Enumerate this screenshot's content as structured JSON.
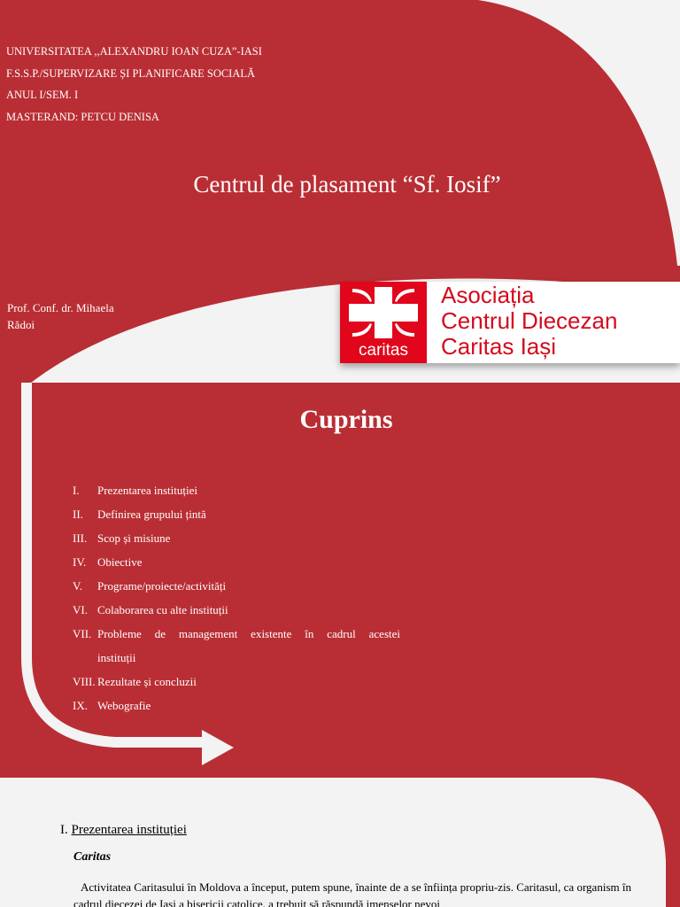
{
  "slide1": {
    "header_lines": [
      "UNIVERSITATEA ,,ALEXANDRU IOAN CUZA”-IASI",
      "F.S.S.P./SUPERVIZARE ȘI PLANIFICARE SOCIALĂ",
      "ANUL I/SEM. I",
      "MASTERAND: PETCU DENISA"
    ],
    "title": "Centrul de plasament “Sf. Iosif”",
    "professor_line1": "Prof. Conf. dr. Mihaela",
    "professor_line2": "Rădoi",
    "logo": {
      "icon": "caritas-cross-icon",
      "sub": "caritas",
      "lines": [
        "Asociația",
        "Centrul Diecezan",
        "Caritas Iași"
      ]
    }
  },
  "slide2": {
    "title": "Cuprins",
    "items": [
      {
        "num": "I.",
        "text": "Prezentarea instituției"
      },
      {
        "num": "II.",
        "text": "Definirea grupului țintă"
      },
      {
        "num": "III.",
        "text": "Scop și misiune"
      },
      {
        "num": "IV.",
        "text": "Obiective"
      },
      {
        "num": "V.",
        "text": "Programe/proiecte/activități"
      },
      {
        "num": "VI.",
        "text": "Colaborarea cu alte instituții"
      },
      {
        "num": "VII.",
        "text": "Probleme de management existente în cadrul acestei",
        "text2": "instituții"
      },
      {
        "num": "VIII.",
        "text": "Rezultate și concluzii"
      },
      {
        "num": "IX.",
        "text": "Webografie"
      }
    ]
  },
  "slide3": {
    "heading_num": "I.",
    "heading_text": "Prezentarea instituției",
    "subheading": "Caritas",
    "paragraph": "Activitatea Caritasului în Moldova a început, putem spune, înainte de a se înființa propriu-zis. Caritasul, ca organism în cadrul diecezei de Iași a bisericii catolice, a trebuit să răspundă imenselor nevoi"
  },
  "colors": {
    "slide_red": "#b92e34",
    "ribbon": "#f3f3f3",
    "logo_red": "#e1061b",
    "logo_text": "#d40a1e"
  }
}
